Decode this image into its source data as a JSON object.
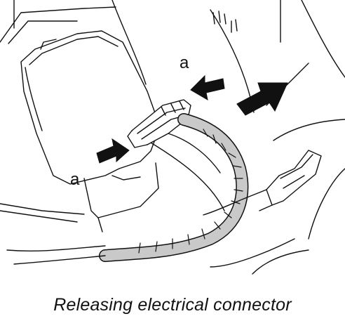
{
  "figure": {
    "labels": {
      "release_tab_top": "a",
      "release_tab_bottom": "a"
    },
    "caption": "Releasing electrical connector"
  },
  "colors": {
    "line": "#111111",
    "harness": "#c9c9c9",
    "arrow": "#111111",
    "background": "#ffffff"
  }
}
